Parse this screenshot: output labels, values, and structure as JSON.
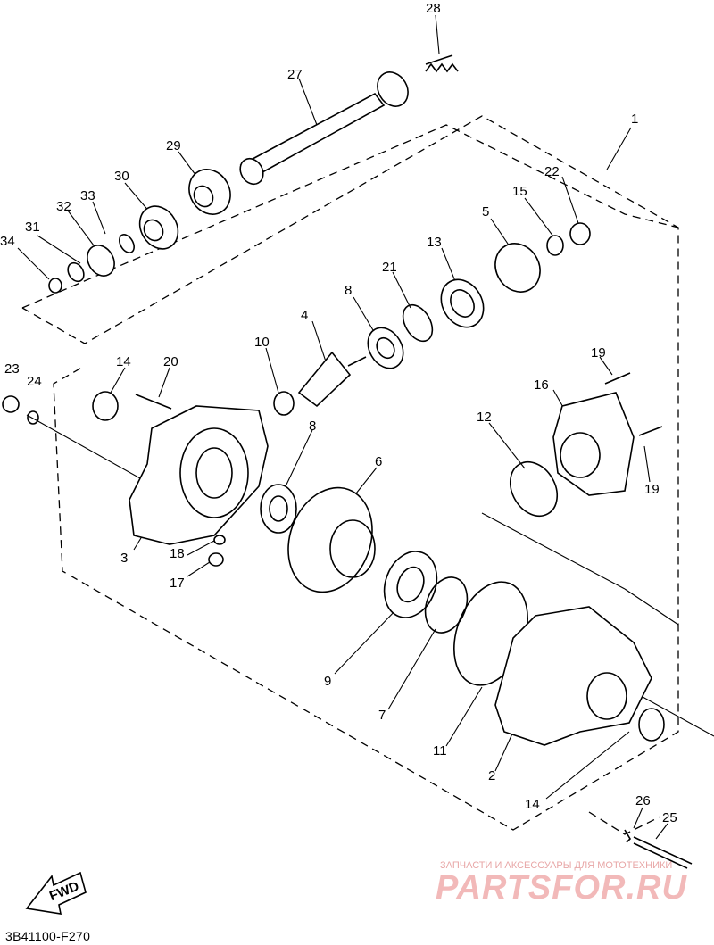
{
  "diagram": {
    "code": "3B41100-F270",
    "fwd_label": "FWD",
    "labels": [
      "1",
      "2",
      "3",
      "4",
      "5",
      "6",
      "7",
      "8",
      "8",
      "9",
      "10",
      "11",
      "12",
      "13",
      "14",
      "14",
      "15",
      "16",
      "17",
      "18",
      "19",
      "19",
      "20",
      "21",
      "22",
      "23",
      "24",
      "25",
      "26",
      "27",
      "28",
      "29",
      "30",
      "31",
      "32",
      "33",
      "34"
    ]
  },
  "watermark": {
    "top_text": "ЗАПЧАСТИ И АКСЕССУАРЫ ДЛЯ МОТОТЕХНИКИ",
    "brand": "PARTSFOR.RU"
  }
}
